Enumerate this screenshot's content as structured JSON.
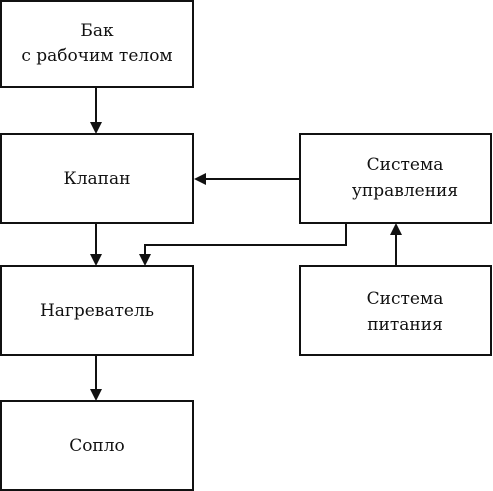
{
  "nodes": {
    "tank": {
      "lines": [
        "Бак",
        "с рабочим телом"
      ]
    },
    "valve": {
      "lines": [
        "Клапан"
      ]
    },
    "heater": {
      "lines": [
        "Нагреватель"
      ]
    },
    "nozzle": {
      "lines": [
        "Сопло"
      ]
    },
    "control": {
      "lines": [
        "Система",
        "управления"
      ]
    },
    "power": {
      "lines": [
        "Система",
        "питания"
      ]
    }
  },
  "edges": [
    {
      "from": "tank",
      "to": "valve"
    },
    {
      "from": "valve",
      "to": "heater"
    },
    {
      "from": "heater",
      "to": "nozzle"
    },
    {
      "from": "control",
      "to": "valve"
    },
    {
      "from": "control",
      "to": "heater"
    },
    {
      "from": "power",
      "to": "control"
    }
  ]
}
